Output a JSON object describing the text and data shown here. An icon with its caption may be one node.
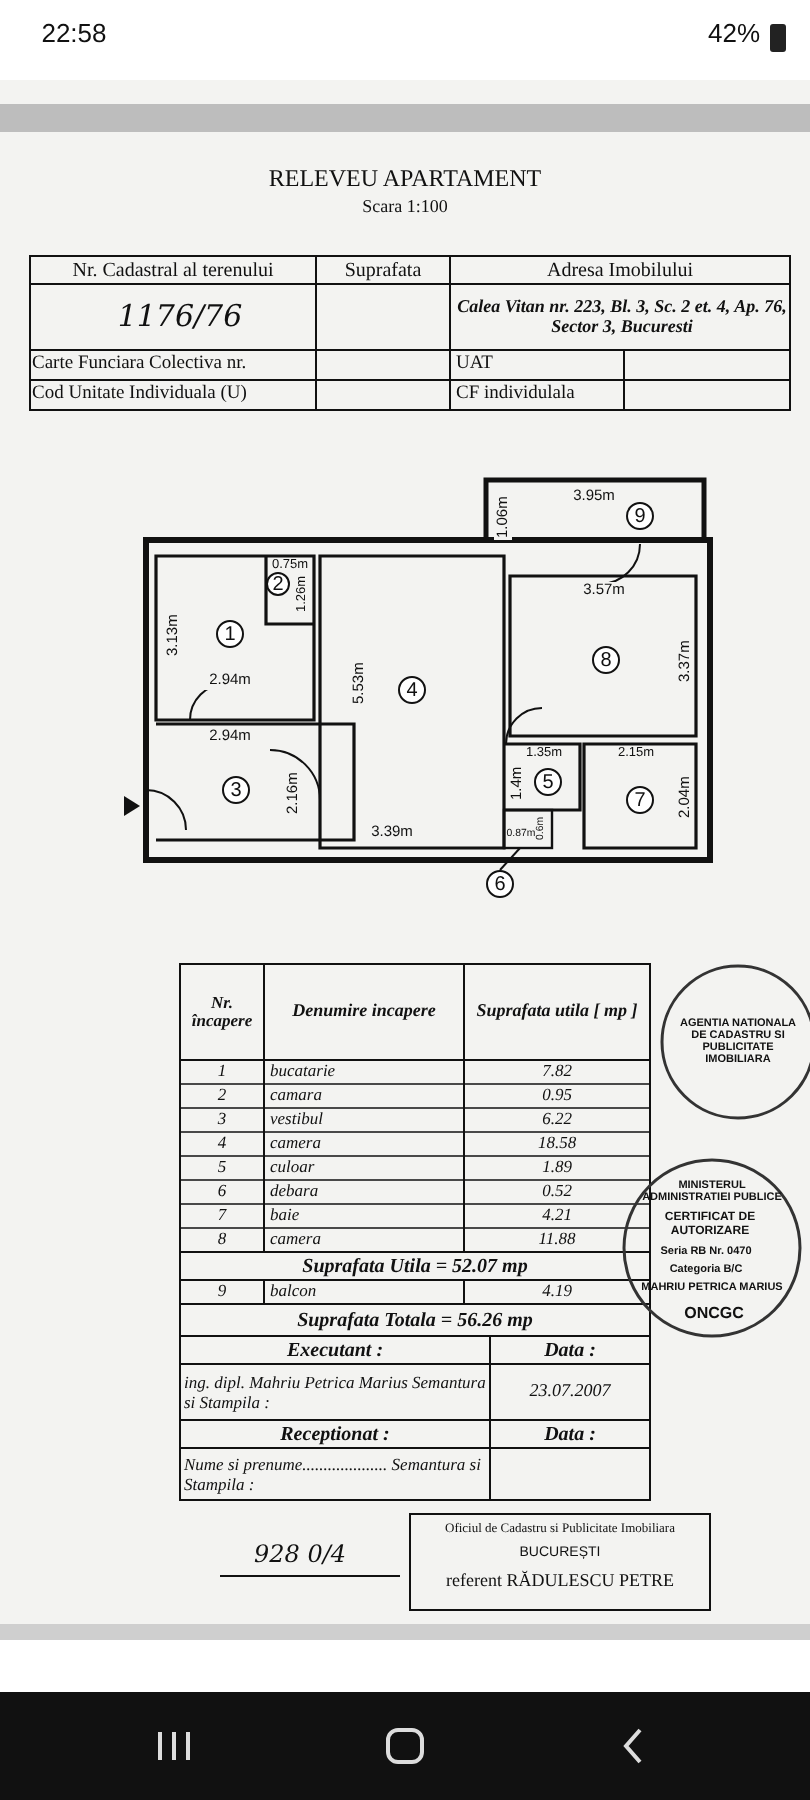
{
  "diagram": {
    "title": "RELEVEU APARTAMENT",
    "nodes": [
      {
        "text": [
          "1"
        ]
      },
      {
        "text": [
          "2"
        ]
      },
      {
        "text": [
          "3"
        ]
      },
      {
        "text": [
          "4"
        ]
      },
      {
        "text": [
          "5"
        ]
      },
      {
        "text": [
          "6"
        ]
      },
      {
        "text": [
          "7"
        ]
      },
      {
        "text": [
          "8"
        ]
      },
      {
        "text": [
          "9"
        ]
      },
      {
        "text": [],
        "shape": "box"
      }
    ],
    "edges": [
      {
        "from": 5,
        "to": 9,
        "arrow": "none"
      }
    ],
    "labels": [
      "22:58",
      "42%",
      "Scara 1:100",
      "Nr. Cadastral al terenului",
      "Suprafata",
      "Adresa Imobilului",
      "1176/76",
      "Calea Vitan nr. 223, Bl. 3, Sc. 2 et. 4, Ap. 76, Sector 3, Bucuresti",
      "Carte Funciara Colectiva nr.",
      "UAT",
      "Cod Unitate Individuala (U)",
      "CF individulala",
      "3.95m",
      "1.06m",
      "0.75m",
      "1.26m",
      "3.13m",
      "2.94m",
      "2.94m",
      "5.53m",
      "3.57m",
      "3.37m",
      "1.35m",
      "2.15m",
      "2.16m",
      "1.4m",
      "2.04m",
      "3.39m",
      "0.87m",
      "0.6m",
      "Nr. încapere",
      "Denumire incapere",
      "Suprafata utila [ mp ]",
      "1",
      "bucatarie",
      "7.82",
      "2",
      "camara",
      "0.95",
      "3",
      "vestibul",
      "6.22",
      "4",
      "camera",
      "18.58",
      "5",
      "culoar",
      "1.89",
      "6",
      "debara",
      "0.52",
      "7",
      "baie",
      "4.21",
      "8",
      "camera",
      "11.88",
      "Suprafata Utila = 52.07 mp",
      "9",
      "balcon",
      "4.19",
      "Suprafata Totala = 56.26 mp",
      "Executant :",
      "Data :",
      "ing. dipl. Mahriu Petrica Marius Semantura si Stampila :",
      "23.07.2007",
      "Receptionat :",
      "Data :",
      "Nume si prenume.................... Semantura si Stampila :",
      "AGENTIA NATIONALA DE CADASTRU SI PUBLICITATE IMOBILIARA",
      "MINISTERUL ADMINISTRATIEI PUBLICE",
      "CERTIFICAT DE AUTORIZARE",
      "Seria RB Nr. 0470",
      "Categoria B/C",
      "MAHRIU PETRICA MARIUS",
      "ONCGC",
      "928 0/4",
      "Oficiul de Cadastru si Publicitate Imobiliara",
      "BUCUREȘTI",
      "referent RĂDULESCU PETRE"
    ]
  }
}
